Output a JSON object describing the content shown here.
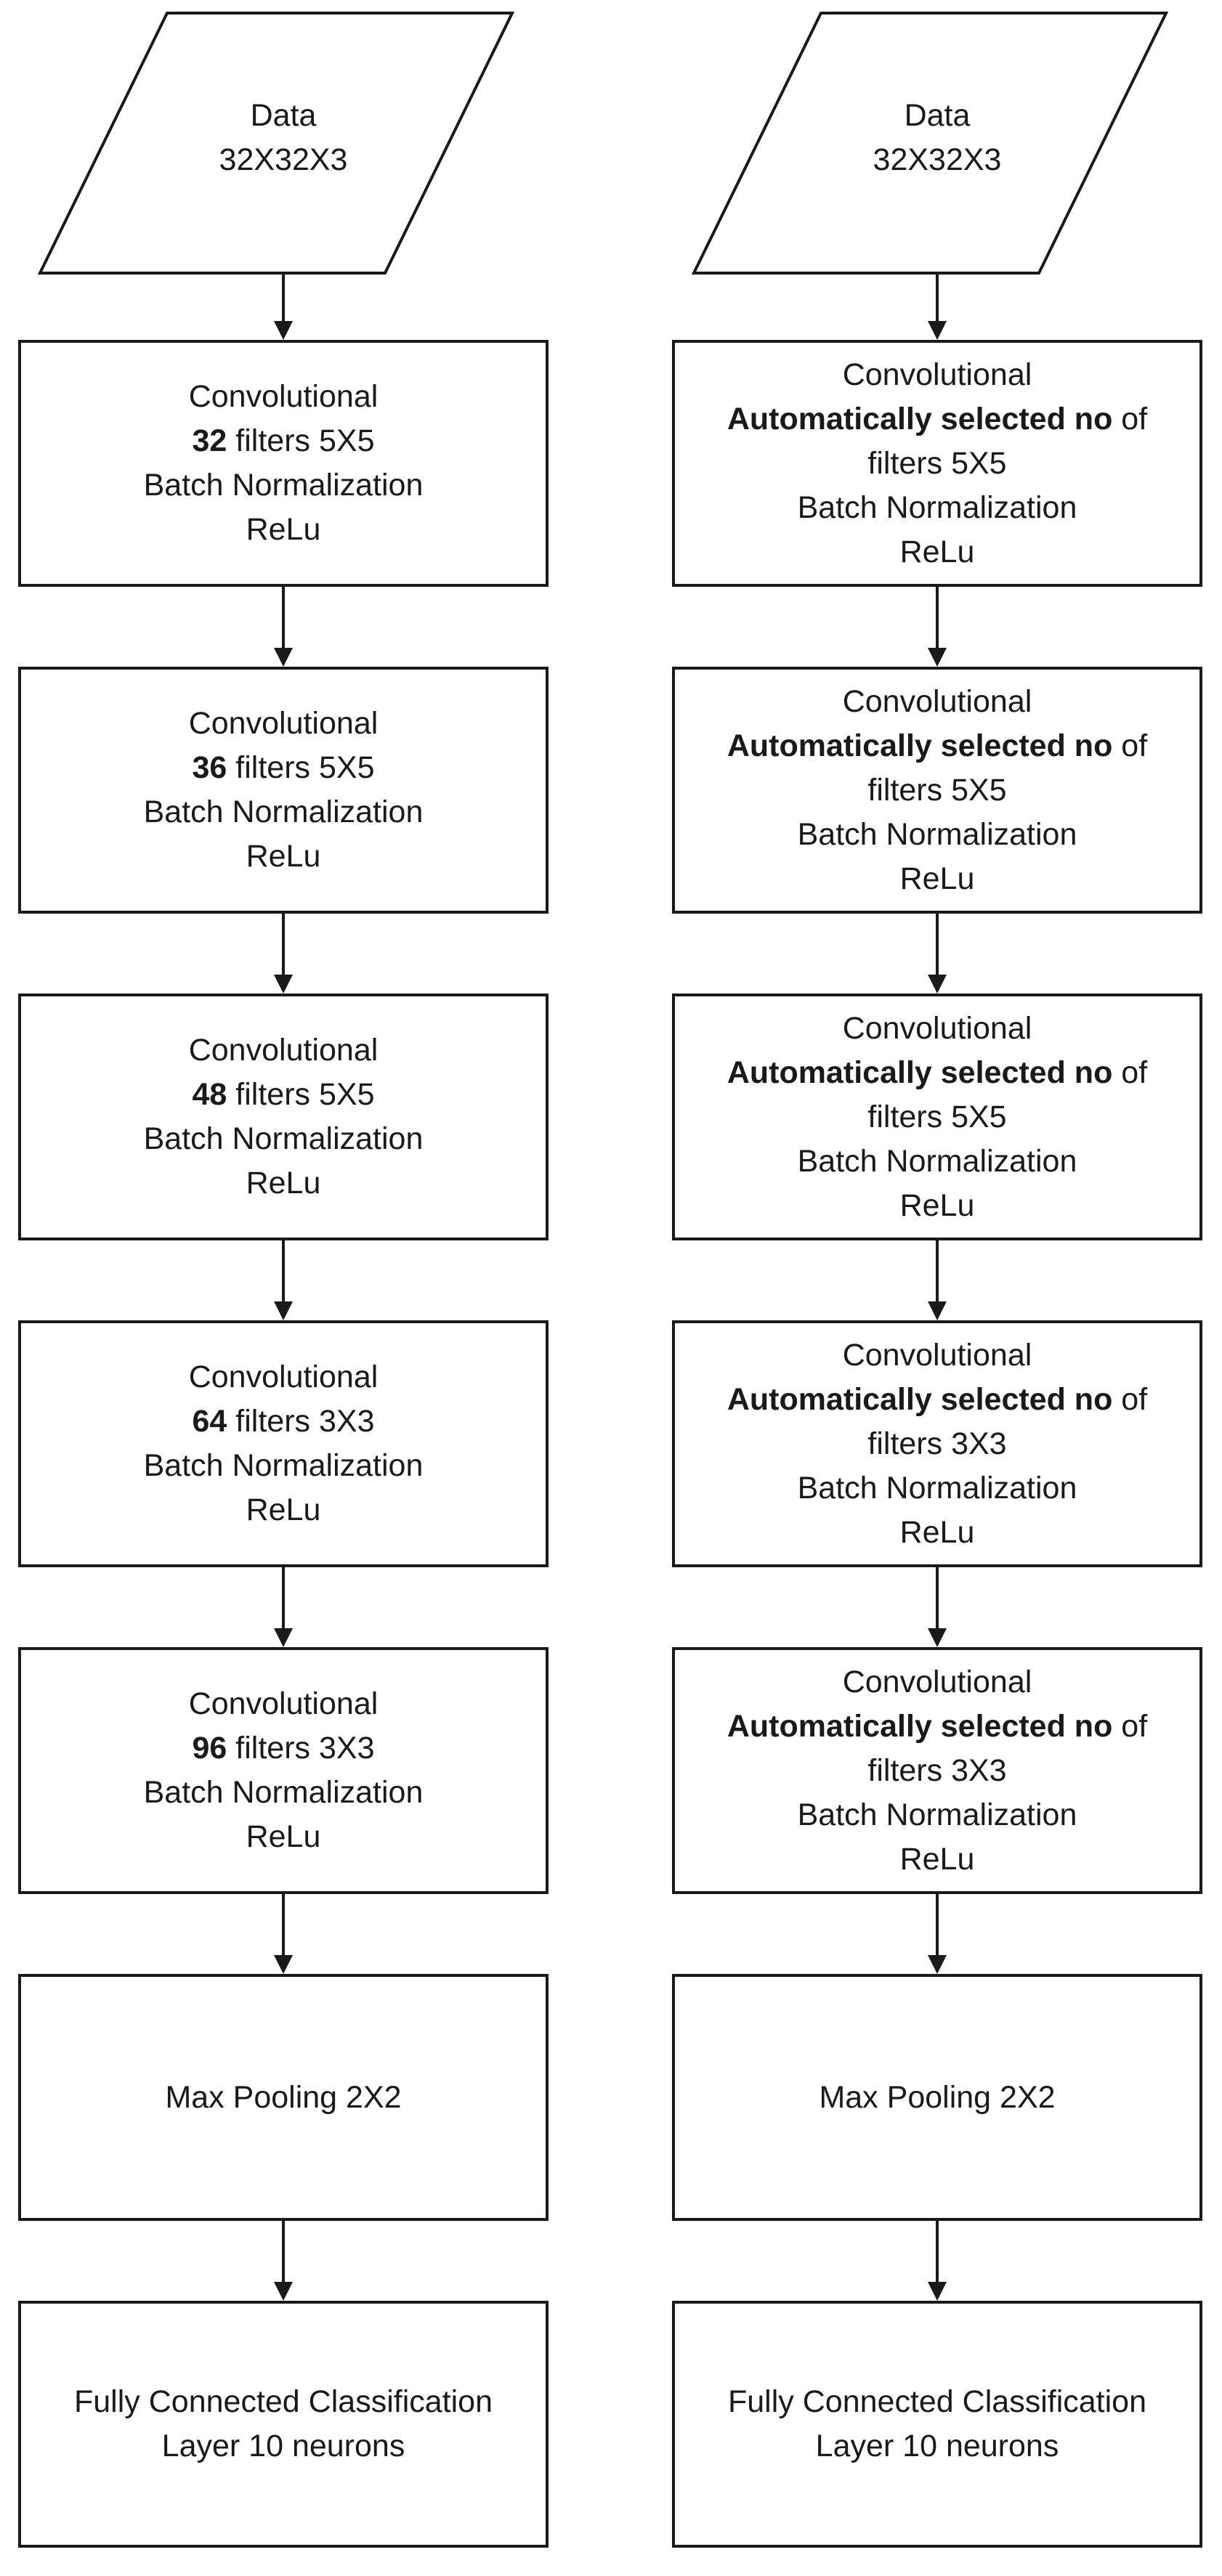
{
  "left_column": {
    "input": {
      "line1": "Data",
      "line2": "32X32X3"
    },
    "conv_layers": [
      {
        "l1": "Convolutional",
        "num": "32",
        "l2_rest": " filters 5X5",
        "l3": "Batch Normalization",
        "l4": "ReLu"
      },
      {
        "l1": "Convolutional",
        "num": "36",
        "l2_rest": " filters 5X5",
        "l3": "Batch Normalization",
        "l4": "ReLu"
      },
      {
        "l1": "Convolutional",
        "num": "48",
        "l2_rest": " filters 5X5",
        "l3": "Batch Normalization",
        "l4": "ReLu"
      },
      {
        "l1": "Convolutional",
        "num": "64",
        "l2_rest": " filters 3X3",
        "l3": "Batch Normalization",
        "l4": "ReLu"
      },
      {
        "l1": "Convolutional",
        "num": "96",
        "l2_rest": " filters 3X3",
        "l3": "Batch Normalization",
        "l4": "ReLu"
      }
    ],
    "pool": "Max Pooling 2X2",
    "fc": {
      "line1": "Fully Connected Classification",
      "line2": "Layer 10 neurons"
    }
  },
  "right_column": {
    "input": {
      "line1": "Data",
      "line2": "32X32X3"
    },
    "conv_layers": [
      {
        "l1": "Convolutional",
        "bold": "Automatically selected no",
        "l2_rest": " of",
        "l3": "filters 5X5",
        "l4": "Batch Normalization",
        "l5": "ReLu"
      },
      {
        "l1": "Convolutional",
        "bold": "Automatically selected no",
        "l2_rest": " of",
        "l3": "filters 5X5",
        "l4": "Batch Normalization",
        "l5": "ReLu"
      },
      {
        "l1": "Convolutional",
        "bold": "Automatically selected no",
        "l2_rest": " of",
        "l3": "filters 5X5",
        "l4": "Batch Normalization",
        "l5": "ReLu"
      },
      {
        "l1": "Convolutional",
        "bold": "Automatically selected no",
        "l2_rest": " of",
        "l3": "filters 3X3",
        "l4": "Batch Normalization",
        "l5": "ReLu"
      },
      {
        "l1": "Convolutional",
        "bold": "Automatically selected no",
        "l2_rest": " of",
        "l3": "filters 3X3",
        "l4": "Batch Normalization",
        "l5": "ReLu"
      }
    ],
    "pool": "Max Pooling 2X2",
    "fc": {
      "line1": "Fully Connected Classification",
      "line2": "Layer 10 neurons"
    }
  },
  "colors": {
    "stroke": "#1a1a1a",
    "background": "#ffffff"
  }
}
